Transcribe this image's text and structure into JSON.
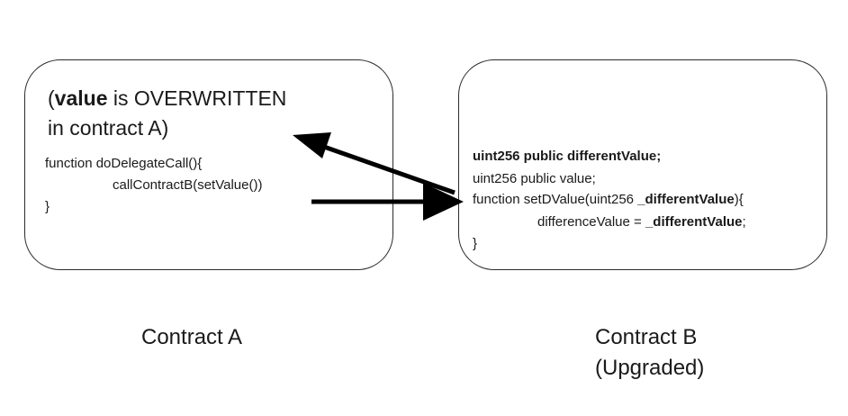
{
  "contract_a": {
    "note": {
      "open_paren": "(",
      "keyword": "value",
      "rest_line1": " is OVERWRITTEN",
      "line2": "in contract A)"
    },
    "code": {
      "line1": "function doDelegateCall(){",
      "line2": "callContractB(setValue())",
      "line3": "}"
    },
    "caption": "Contract A"
  },
  "contract_b": {
    "code": {
      "line1": "uint256 public differentValue;",
      "line2": "uint256 public value;",
      "line3_prefix": "function setDValue(uint256 ",
      "line3_param": "_differentValue",
      "line3_suffix": "){",
      "line4_prefix": "differenceValue = ",
      "line4_param": "_differentValue",
      "line4_suffix": ";",
      "line5": "}"
    },
    "caption_line1": "Contract B",
    "caption_line2": "(Upgraded)"
  },
  "colors": {
    "border": "#2b2b2b",
    "arrow": "#000000",
    "text": "#1a1a1a"
  }
}
